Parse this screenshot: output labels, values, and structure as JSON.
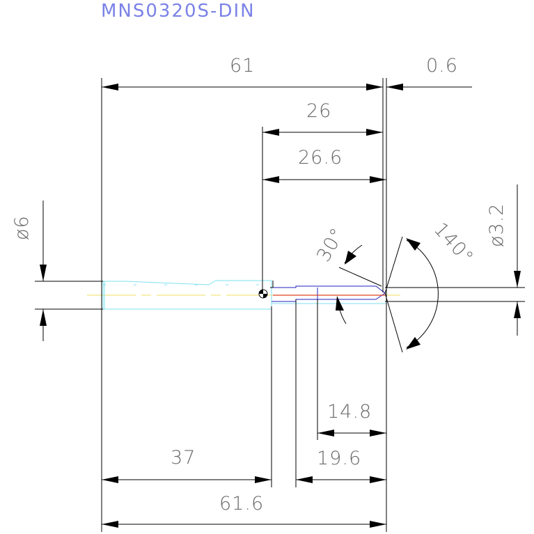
{
  "title": "MNS0320S-DIN",
  "dimensions": {
    "d61": "61",
    "d0_6": "0.6",
    "d26": "26",
    "d26_6": "26.6",
    "d6": "ø6",
    "d3_2": "ø3.2",
    "a30": "30°",
    "a140": "140°",
    "d14_8": "14.8",
    "d37": "37",
    "d19_6": "19.6",
    "d61_6": "61.6"
  },
  "colors": {
    "dimension_text": "#6a6a6a",
    "title": "#7a82e6",
    "body_outline": "#7fe0f0",
    "flute_outline": "#2020c0",
    "cutting_edge": "#e04020",
    "centerline": "#f0e060"
  }
}
